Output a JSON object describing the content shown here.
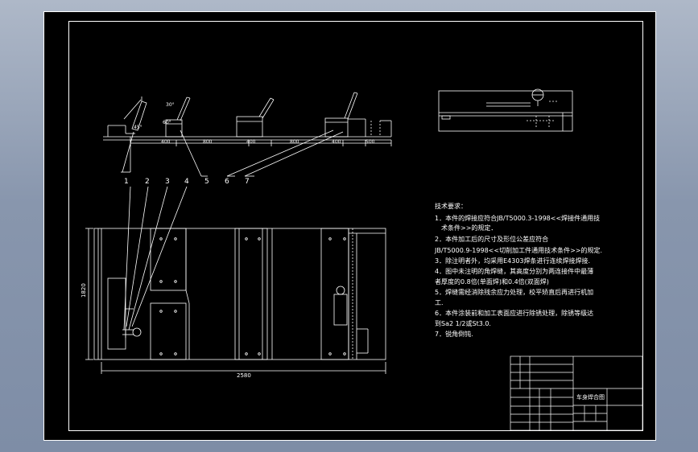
{
  "colors": {
    "background": "#000000",
    "line": "#ffffff",
    "viewport": "#8e9bb0"
  },
  "front_view": {
    "dimensions": [
      "400",
      "800",
      "400",
      "800",
      "400",
      "500"
    ],
    "angle_labels": [
      "30°",
      "60°",
      "45°"
    ],
    "callouts": [
      "1",
      "2",
      "3",
      "4",
      "5",
      "6",
      "7"
    ]
  },
  "plan_view": {
    "width_dim": "2580",
    "height_dim": "1820"
  },
  "notes": {
    "title": "技术要求：",
    "lines": [
      "1．本件的焊接应符合JB/T5000.3-1998<<焊接件通用技",
      "术条件>>的规定．",
      "2．本件加工后的尺寸及形位公差应符合",
      "JB/T5000.9-1998<<切削加工件通用技术条件>>的规定.",
      "3．除注明者外，均采用E4303焊条进行连续焊接焊接.",
      "4．图中未注明的角焊缝，其高度分别为两连接件中最薄",
      "者厚度的0.8倍(单面焊)和0.4倍(双面焊)",
      "5．焊缝需经消除残余应力处理，校平矫直后再进行机加",
      "工.",
      "6．本件涂装前和加工表面应进行除锈处理，除锈等级达",
      "到Sa2 1/2或St3.0.",
      "7．锐角倒钝."
    ]
  },
  "title_block": {
    "drawing_name": "车身焊合图"
  }
}
